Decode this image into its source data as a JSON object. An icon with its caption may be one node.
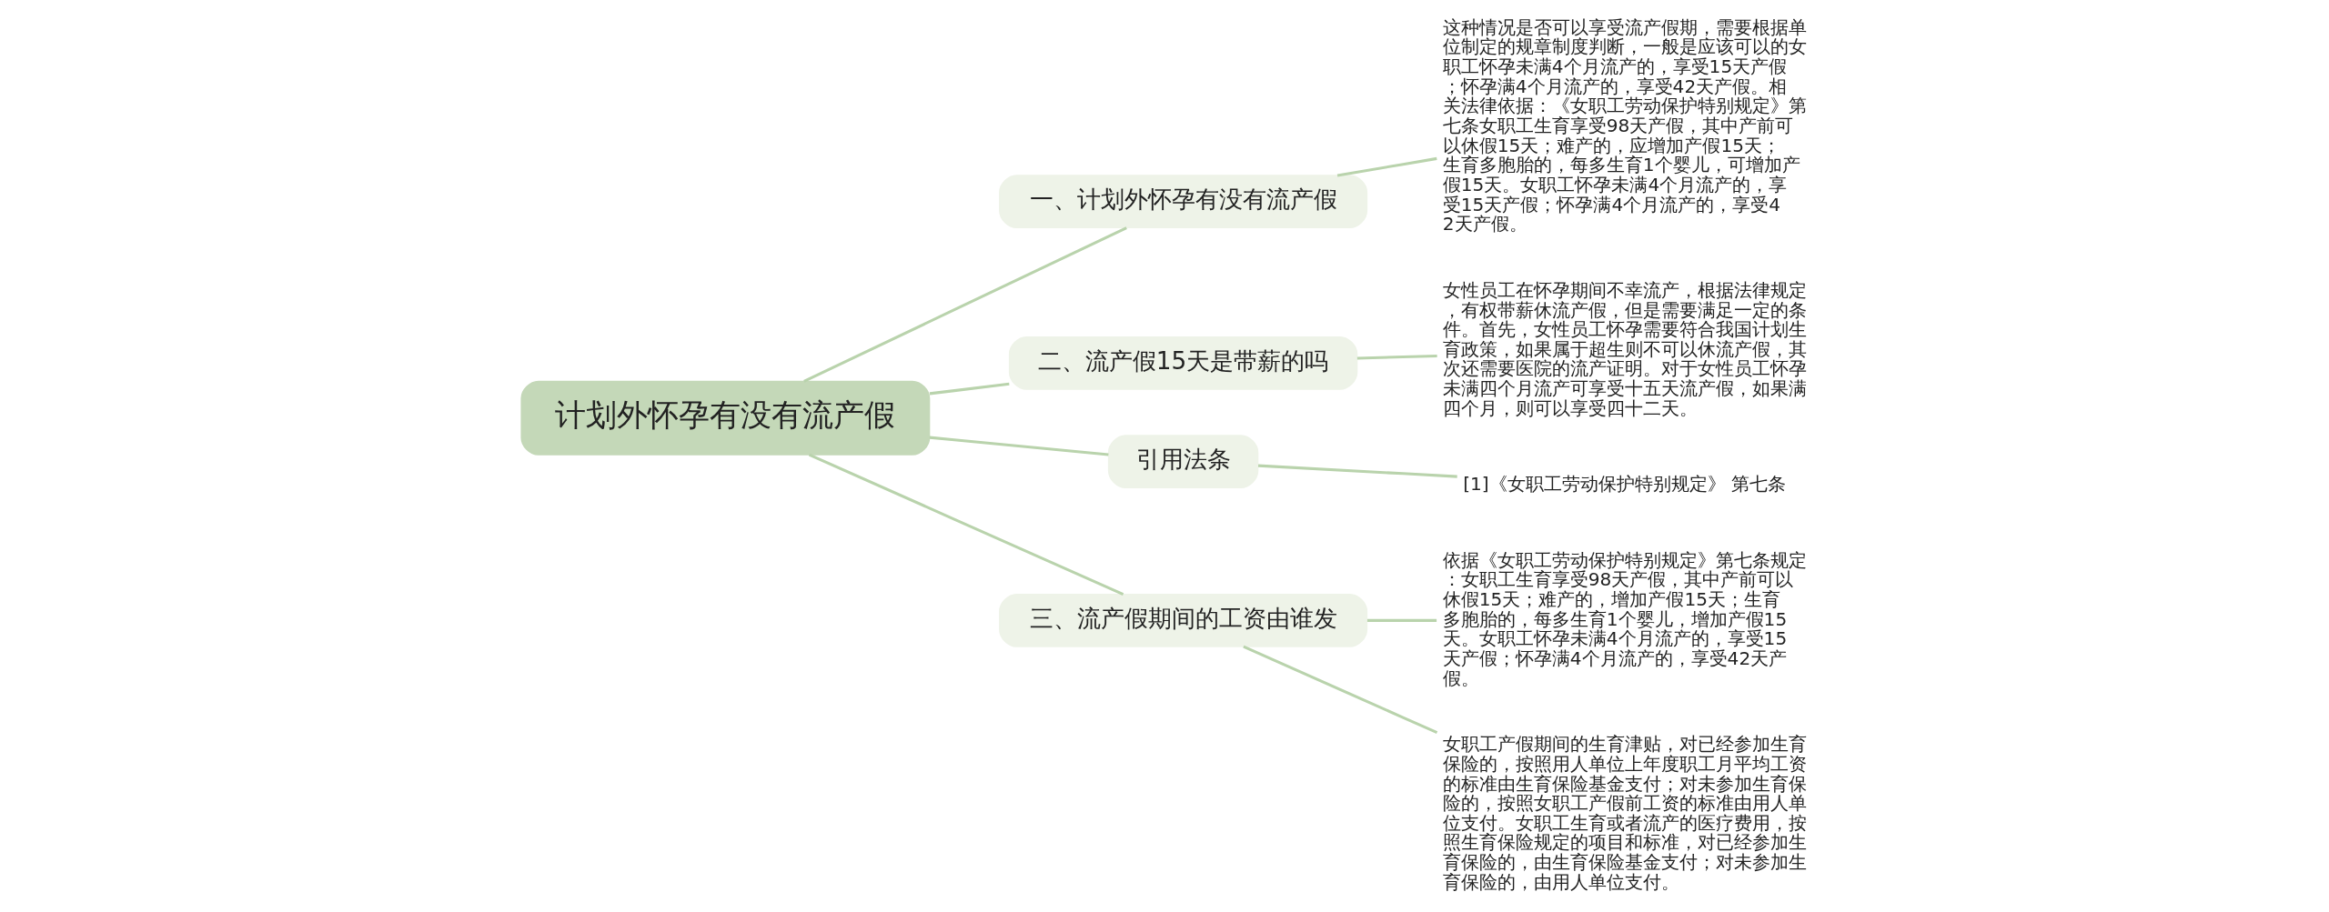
{
  "diagram": {
    "nodes": [
      {
        "text": [
          "计划外怀孕有没有流产假"
        ]
      },
      {
        "text": [
          "一、计划外怀孕有没有流产假"
        ]
      },
      {
        "text": [
          "这种情况是否可以享受流产假期，需要根据单位制定的规章制度判断，一般是应该可以的女职工怀孕未满4个月流产的，享受15天产假；怀孕满4个月流产的，享受42天产假。相关法律依据：《女职工劳动保护特别规定》第七条女职工生育享受98天产假，其中产前可以休假15天；难产的，应增加产假15天；生育多胞胎的，每多生育1个婴儿，可增加产假15天。女职工怀孕未满4个月流产的，享受15天产假；怀孕满4个月流产的，享受42天产假。"
        ]
      },
      {
        "text": [
          "二、流产假15天是带薪的吗"
        ]
      },
      {
        "text": [
          "女性员工在怀孕期间不幸流产，根据法律规定，有权带薪休流产假，但是需要满足一定的条件。首先，女性员工怀孕需要符合我国计划生育政策，如果属于超生则不可以休流产假，其次还需要医院的流产证明。对于女性员工怀孕未满四个月流产可享受十五天流产假，如果满四个月，则可以享受四十二天。"
        ]
      },
      {
        "text": [
          "引用法条"
        ]
      },
      {
        "text": [
          "[1]《女职工劳动保护特别规定》 第七条"
        ]
      },
      {
        "text": [
          "三、流产假期间的工资由谁发"
        ]
      },
      {
        "text": [
          "依据《女职工劳动保护特别规定》第七条规定：女职工生育享受98天产假，其中产前可以休假15天；难产的，增加产假15天；生育多胞胎的，每多生育1个婴儿，增加产假15天。女职工怀孕未满4个月流产的，享受15天产假；怀孕满4个月流产的，享受42天产假。"
        ]
      },
      {
        "text": [
          "女职工产假期间的生育津贴，对已经参加生育保险的，按照用人单位上年度职工月平均工资的标准由生育保险基金支付；对未参加生育保险的，按照女职工产假前工资的标准由用人单位支付。女职工生育或者流产的医疗费用，按照生育保险规定的项目和标准，对已经参加生育保险的，由生育保险基金支付；对未参加生育保险的，由用人单位支付。"
        ]
      }
    ],
    "edges": [
      {
        "from": 0,
        "to": 1,
        "arrow": "none"
      },
      {
        "from": 1,
        "to": 2,
        "arrow": "none"
      },
      {
        "from": 0,
        "to": 3,
        "arrow": "none"
      },
      {
        "from": 3,
        "to": 4,
        "arrow": "none"
      },
      {
        "from": 0,
        "to": 5,
        "arrow": "none"
      },
      {
        "from": 5,
        "to": 6,
        "arrow": "none"
      },
      {
        "from": 0,
        "to": 7,
        "arrow": "none"
      },
      {
        "from": 7,
        "to": 8,
        "arrow": "none"
      },
      {
        "from": 7,
        "to": 9,
        "arrow": "none"
      }
    ]
  }
}
